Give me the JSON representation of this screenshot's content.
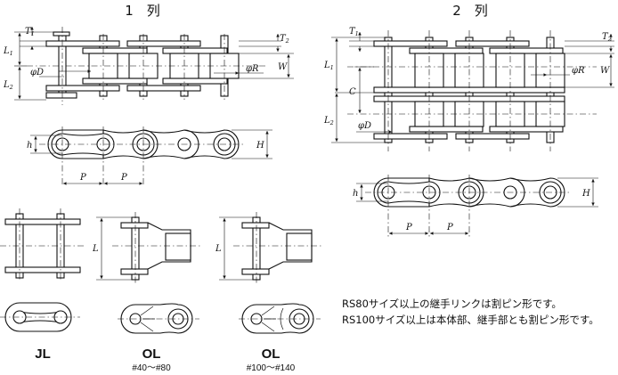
{
  "titles": {
    "single": "1　列",
    "double": "2　列"
  },
  "labels": {
    "L1": "L",
    "L1_sub": "1",
    "L2": "L",
    "L2_sub": "2",
    "L": "L",
    "T1": "T",
    "T1_sub": "1",
    "T2": "T",
    "T2_sub": "2",
    "W": "W",
    "D": "φD",
    "R": "φR",
    "C": "C",
    "h": "h",
    "H": "H",
    "P": "P"
  },
  "link_types": {
    "jl": "JL",
    "ol": "OL"
  },
  "ranges": {
    "ol_small": "#40～#80",
    "ol_large": "#100～#140"
  },
  "notes": [
    "RS80サイズ以上の継手リンクは割ピン形です。",
    "RS100サイズ以上は本体部、継手部とも割ピン形です。"
  ]
}
